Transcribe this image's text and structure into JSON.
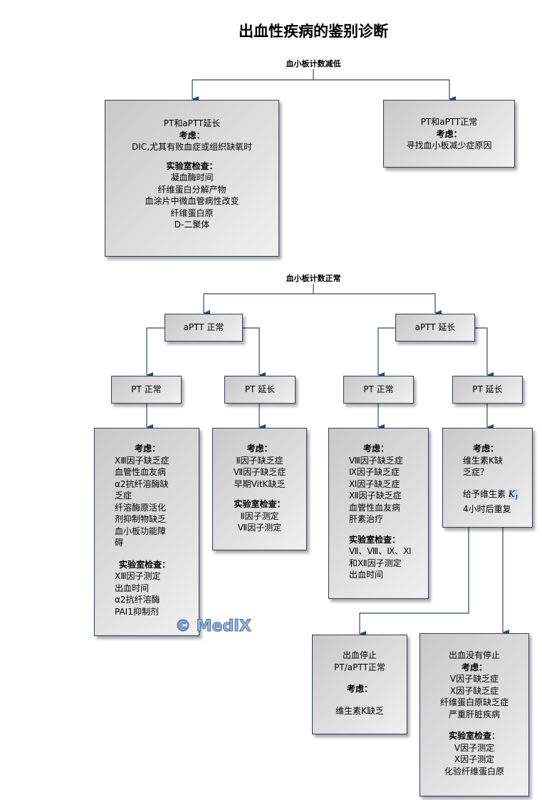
{
  "title": "出血性疾病的鉴别诊断",
  "low": {
    "heading": "血小板计数减低",
    "a": {
      "head": "PT和aPTT延长",
      "consider": "考虑：",
      "c1": "DIC,尤其有败血症或组织缺氧时",
      "lab": "实验室检查：",
      "items": [
        "凝血酶时间",
        "纤维蛋白分解产物",
        "血涂片中微血管病性改变",
        "纤维蛋白原",
        "D-二聚体"
      ]
    },
    "b": {
      "head": "PT和aPTT正常",
      "consider": "考虑：",
      "c1": "寻找血小板减少症原因"
    }
  },
  "normal": {
    "heading": "血小板计数正常",
    "aptt_normal": "aPTT 正常",
    "aptt_long": "aPTT 延长",
    "pt_normal": "PT 正常",
    "pt_long": "PT 延长",
    "box1": {
      "consider": "考虑：",
      "items": [
        "ⅩⅢ因子缺乏症",
        "血管性血友病",
        "α2抗纤溶酶缺",
        "乏症",
        "纤溶酶原活化",
        "剂抑制物缺乏",
        "血小板功能障",
        "碍"
      ],
      "lab": "实验室检查：",
      "labs": [
        "ⅩⅢ因子测定",
        "出血时间",
        "α2抗纤溶酶",
        "PAI1抑制剂"
      ]
    },
    "box2": {
      "consider": "考虑：",
      "items": [
        "Ⅱ因子缺乏症",
        "Ⅶ因子缺乏症",
        "早期VitK缺乏"
      ],
      "lab": "实验室检查：",
      "labs": [
        "Ⅱ因子测定",
        "Ⅶ因子测定"
      ]
    },
    "box3": {
      "consider": "考虑：",
      "items": [
        "Ⅷ因子缺乏症",
        "Ⅸ因子缺乏症",
        "Ⅺ因子缺乏症",
        "Ⅻ因子缺乏症",
        "血管性血友病",
        "肝素治疗"
      ],
      "lab": "实验室检查：",
      "labs": [
        "Ⅶ、Ⅷ、Ⅸ、Ⅺ",
        "和Ⅻ因子测定",
        "出血时间"
      ]
    },
    "box4": {
      "consider": "考虑：",
      "items": [
        "维生素K缺",
        "乏症？"
      ],
      "give": "给予维生素",
      "k1": "K",
      "k1sub": "1",
      "after": "4小时后重复"
    },
    "box5": {
      "items": [
        "出血停止",
        "PT/aPTT正常"
      ],
      "consider": "考虑：",
      "c1": "维生素K缺乏"
    },
    "box6": {
      "head": "出血没有停止",
      "consider": "考虑：",
      "items": [
        "Ⅴ因子缺乏症",
        "Ⅹ因子缺乏症",
        "纤维蛋白原缺乏症",
        "严重肝脏疾病"
      ],
      "lab": "实验室检查：",
      "labs": [
        "Ⅴ因子测定",
        "Ⅹ因子测定",
        "化验纤维蛋白原"
      ]
    }
  },
  "watermark": "© MediX"
}
